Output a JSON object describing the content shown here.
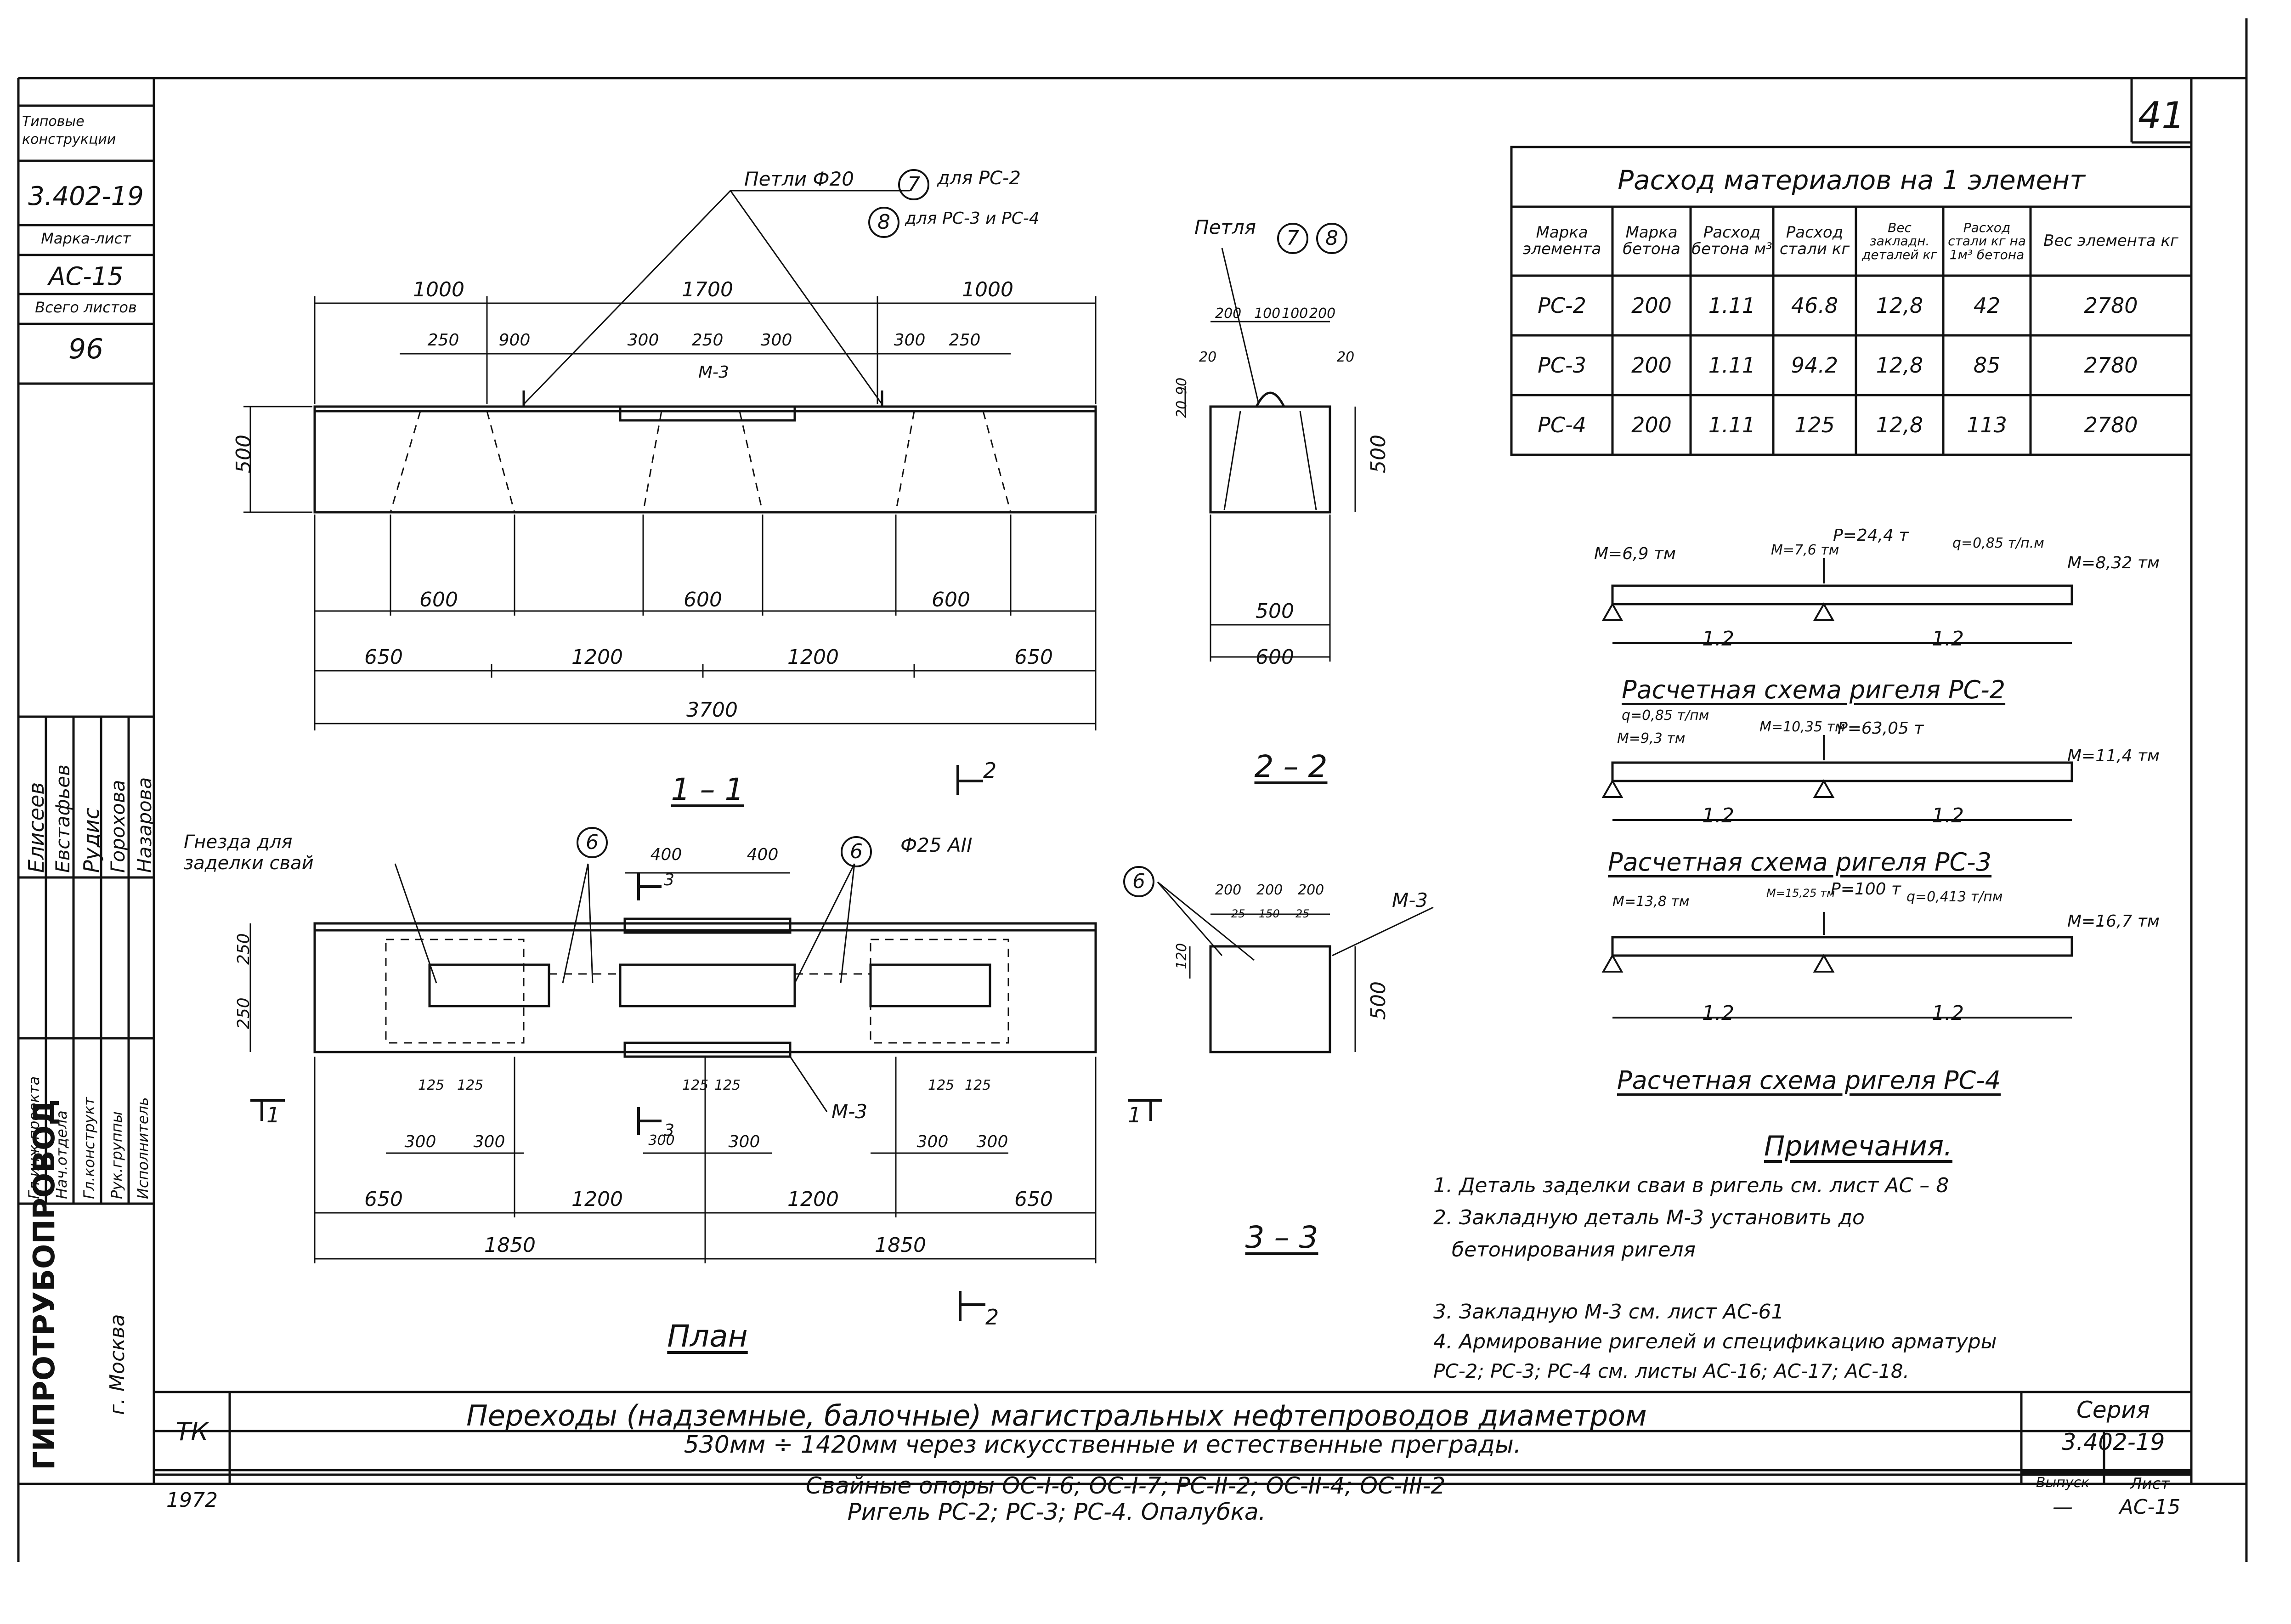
{
  "sheet": {
    "sheet_no": "41"
  },
  "left_block": {
    "typical": "Типовые конструкции",
    "series_code": "3.402-19",
    "mark_label": "Марка-лист",
    "mark_value": "АС-15",
    "total_label": "Всего листов",
    "total_value": "96",
    "roles": [
      "Гл.инж.проекта",
      "Нач.отдела",
      "Гл.конструкт",
      "Рук.группы",
      "Исполнитель"
    ],
    "names": [
      "Елисеев",
      "Евстафьев",
      "Рудис",
      "Горохова",
      "Назарова"
    ],
    "org": "ГИПРОТРУБОПРОВОД",
    "city": "г. Москва"
  },
  "table": {
    "title": "Расход материалов на 1 элемент",
    "headers": [
      "Марка элемента",
      "Марка бетона",
      "Расход бетона м³",
      "Расход стали кг",
      "Вес закладн. деталей кг",
      "Расход стали кг на 1м³ бетона",
      "Вес элемента кг"
    ],
    "rows": [
      [
        "РС-2",
        "200",
        "1.11",
        "46.8",
        "12,8",
        "42",
        "2780"
      ],
      [
        "РС-3",
        "200",
        "1.11",
        "94.2",
        "12,8",
        "85",
        "2780"
      ],
      [
        "РС-4",
        "200",
        "1.11",
        "125",
        "12,8",
        "113",
        "2780"
      ]
    ]
  },
  "section_1_1": {
    "title": "1 – 1",
    "loops_label": "Петли Ф20",
    "loop_marks": [
      "7",
      "8"
    ],
    "loop_notes": [
      "для РС-2",
      "для РС-3 и РС-4"
    ],
    "m3": "М-3",
    "dims_top": [
      "1000",
      "1700",
      "1000"
    ],
    "dims_sub": [
      "250",
      "900",
      "300",
      "250",
      "300",
      "300",
      "250"
    ],
    "dims_600": [
      "600",
      "600",
      "600"
    ],
    "dims_bottom": [
      "650",
      "1200",
      "1200",
      "650"
    ],
    "overall": "3700",
    "height": "500"
  },
  "section_2_2": {
    "title": "2 – 2",
    "loop_label": "Петля",
    "loop_marks": [
      "7",
      "8"
    ],
    "top_dims": [
      "200",
      "100",
      "100",
      "200"
    ],
    "small": [
      "20",
      "20",
      "20",
      "90"
    ],
    "width_inner": "500",
    "width_outer": "600",
    "height": "500"
  },
  "plan": {
    "title": "План",
    "nests_label": "Гнезда для заделки свай",
    "rebar": "Ф25 АII",
    "mark6": "6",
    "dims_400": [
      "400",
      "400"
    ],
    "dims_250": [
      "250",
      "250"
    ],
    "dims_125": [
      "125",
      "125",
      "125",
      "125",
      "125",
      "125"
    ],
    "dims_300": [
      "300",
      "300",
      "300",
      "300",
      "300",
      "300"
    ],
    "dims_main": [
      "650",
      "1200",
      "1200",
      "650"
    ],
    "dims_half": [
      "1850",
      "1850"
    ],
    "m3": "М-3",
    "cut3": "3",
    "cut1": "1",
    "cut2": "2"
  },
  "section_3_3": {
    "title": "3 – 3",
    "mark6": "6",
    "m3": "М-3",
    "top_dims": [
      "200",
      "200",
      "200"
    ],
    "small": [
      "25",
      "150",
      "25"
    ],
    "left": "120",
    "height": "500"
  },
  "schemes": [
    {
      "caption": "Расчетная схема ригеля РС-2",
      "m_left": "M=6,9 тм",
      "m_mid": "M=7,6 тм",
      "p": "P=24,4 т",
      "q": "q=0,85 т/п.м",
      "m_right": "M=8,32 тм",
      "spans": [
        "1.2",
        "1.2"
      ]
    },
    {
      "caption": "Расчетная схема ригеля РС-3",
      "m_left": "M=9,3 тм",
      "m_mid": "M=10,35 тм",
      "p": "P=63,05 т",
      "q": "q=0,85 т/пм",
      "m_right": "M=11,4 тм",
      "spans": [
        "1.2",
        "1.2"
      ]
    },
    {
      "caption": "Расчетная схема ригеля РС-4",
      "m_left": "M=13,8 тм",
      "m_mid": "M=15,25 тм",
      "p": "P=100 т",
      "q": "q=0,413 т/пм",
      "m_right": "M=16,7 тм",
      "spans": [
        "1.2",
        "1.2"
      ]
    }
  ],
  "notes": {
    "title": "Примечания.",
    "items": [
      "1. Деталь заделки сваи в ригель см. лист АС – 8",
      "2. Закладную деталь М-3 установить до",
      "бетонирования ригеля",
      "3. Закладную М-3 см. лист АС-61",
      "4. Армирование ригелей и спецификацию арматуры",
      "РС-2; РС-3; РС-4 см. листы АС-16; АС-17; АС-18."
    ]
  },
  "title_block": {
    "tk": "ТК",
    "year": "1972",
    "line1": "Переходы (надземные, балочные) магистральных нефтепроводов диаметром",
    "line2": "530мм ÷ 1420мм через искусственные и естественные преграды.",
    "line3": "Свайные опоры ОС-I-6; ОС-I-7; РС-II-2; ОС-II-4; ОС-III-2",
    "line4": "Ригель РС-2; РС-3; РС-4. Опалубка.",
    "series_label": "Серия",
    "series_value": "3.402-19",
    "issue_label": "Выпуск",
    "issue_value": "—",
    "sheet_label": "Лист",
    "sheet_value": "АС-15"
  }
}
